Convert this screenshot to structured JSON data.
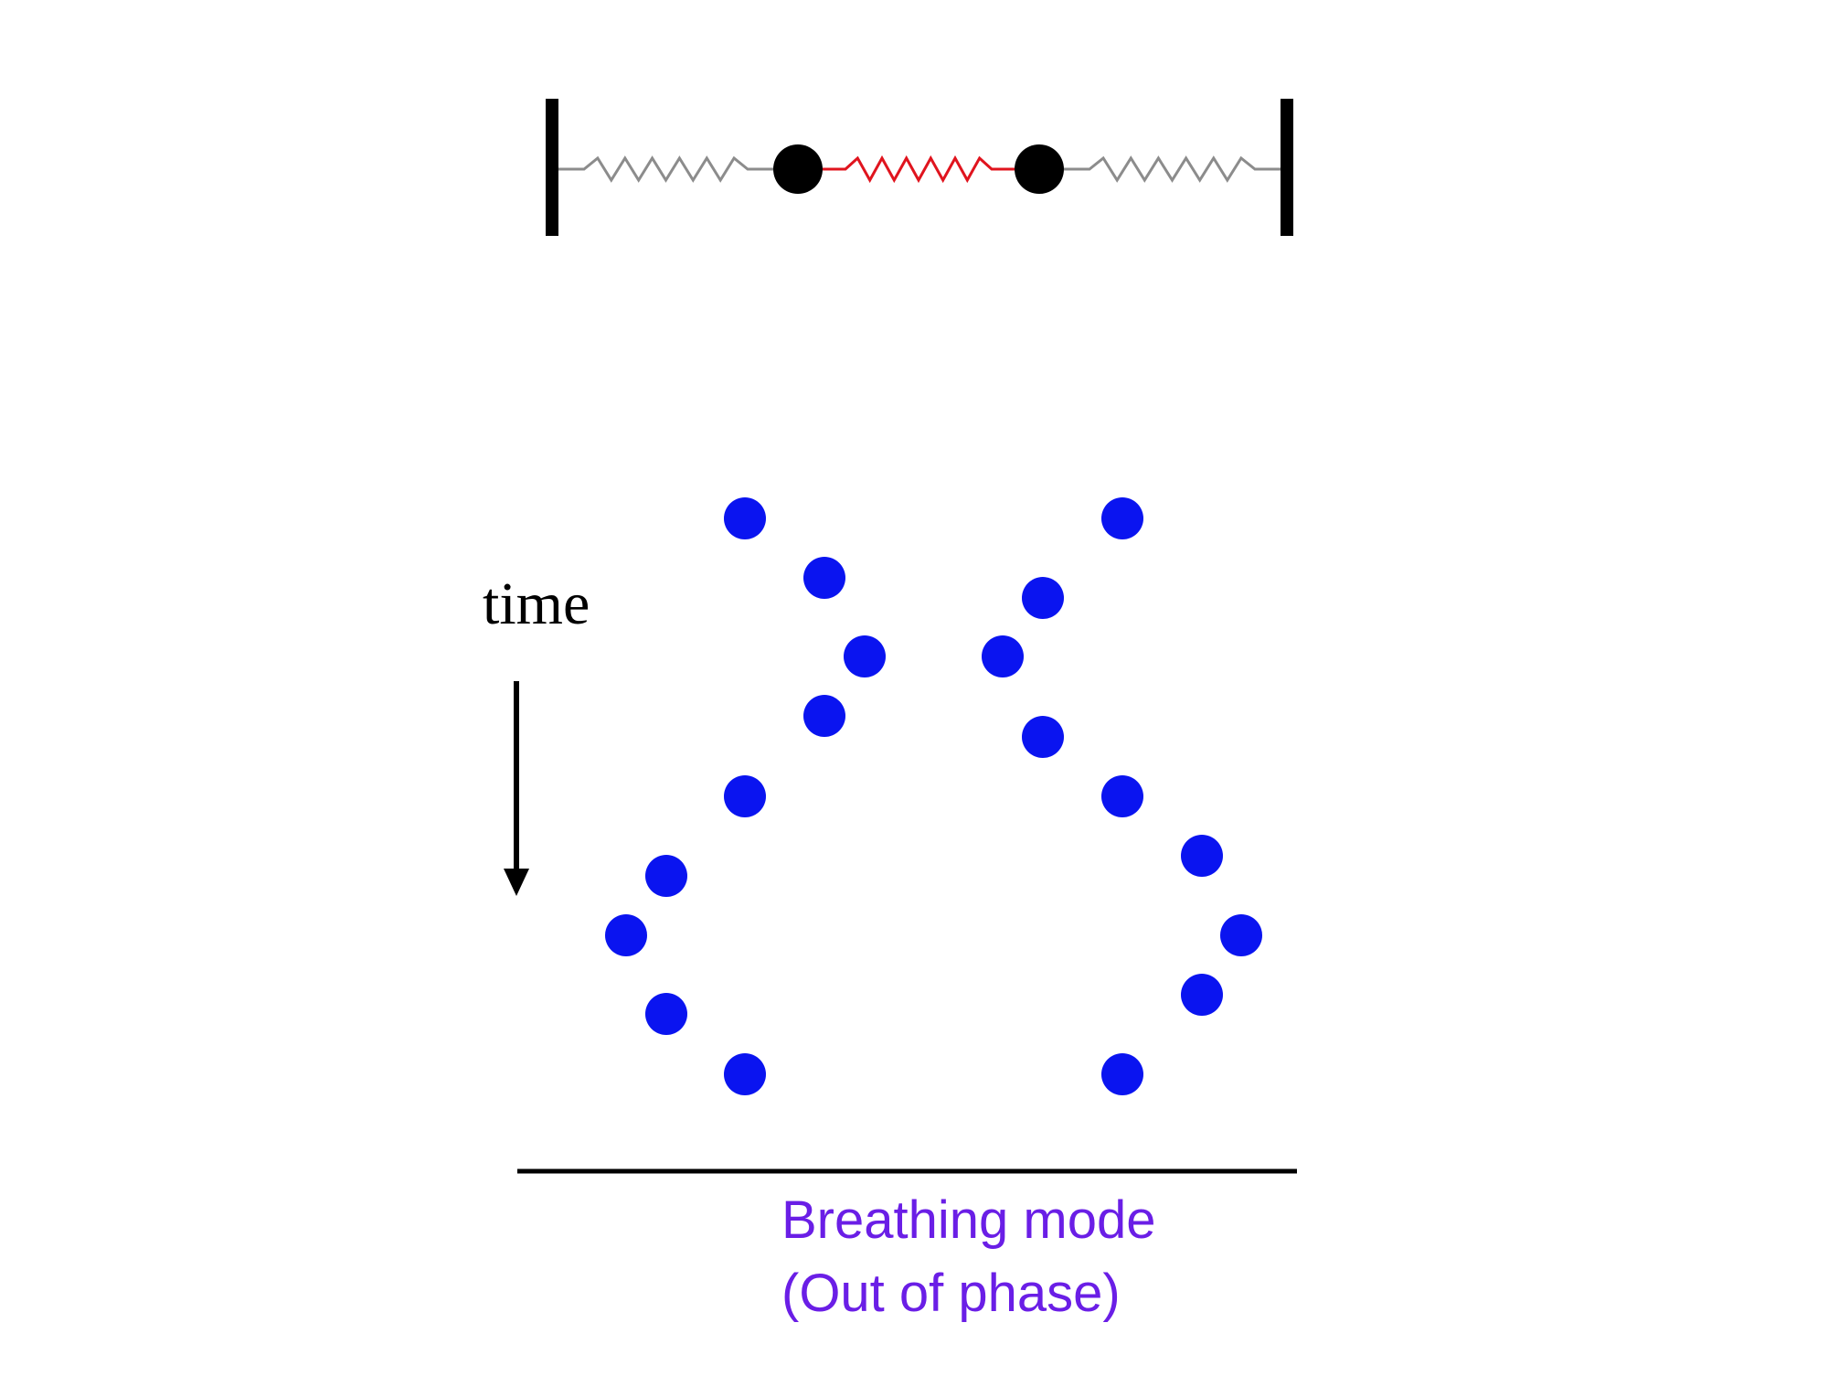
{
  "labels": {
    "time": "time",
    "caption_line1": "Breathing mode",
    "caption_line2": "(Out of phase)"
  },
  "colors": {
    "wall": "#000000",
    "mass": "#000000",
    "outer_spring": "#8c8c8c",
    "coupling_spring": "#e0141e",
    "trajectory_dot": "#0a14f0",
    "caption": "#6a1ee6",
    "axis_line": "#000000"
  },
  "icons": {
    "time_arrow": "down-arrow-icon"
  }
}
